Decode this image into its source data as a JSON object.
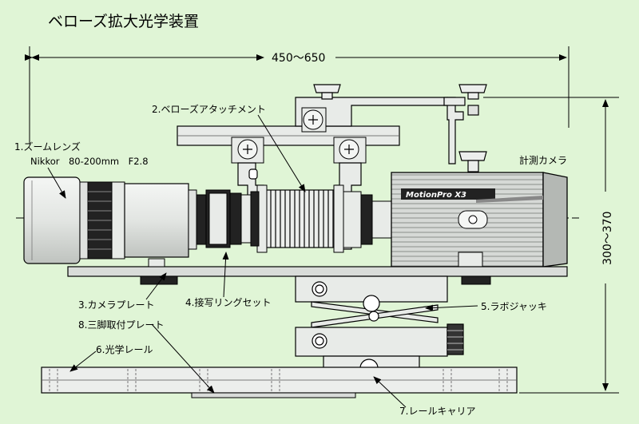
{
  "title": "ベローズ拡大光学装置",
  "dim_width": "450〜650",
  "dim_height": "300〜370",
  "labels": {
    "zoom_lens_title": "1.ズームレンズ",
    "zoom_lens_spec": "Nikkor　80-200mm　F2.8",
    "bellows": "2.ベローズアタッチメント",
    "camera_plate": "3.カメラプレート",
    "extension_rings": "4.接写リングセット",
    "lab_jack": "5.ラボジャッキ",
    "optical_rail": "6.光学レール",
    "rail_carrier": "7.レールキャリア",
    "tripod_plate": "8.三脚取付プレート",
    "measurement_camera": "計測カメラ",
    "camera_brand": "MotionPro X3"
  },
  "colors": {
    "background": "#e0f5d6",
    "metal_light": "#eef0ee",
    "metal_mid": "#c8ccc8",
    "metal_dark": "#111111",
    "camera_side": "#b4b8b4"
  }
}
